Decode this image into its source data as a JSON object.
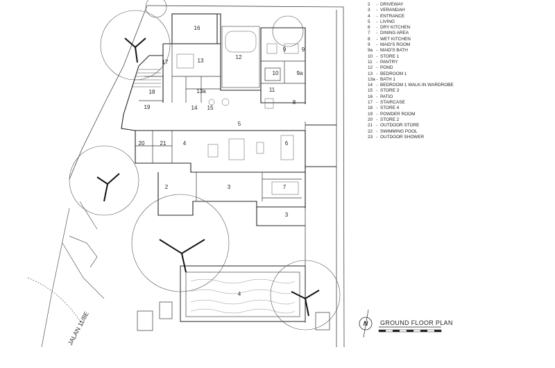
{
  "plan_title": "GROUND FLOOR PLAN",
  "north_label": "N",
  "street_label": "JALAN 11/8E",
  "legend": [
    {
      "num": "2",
      "sep": "-",
      "label": "DRIVEWAY"
    },
    {
      "num": "3",
      "sep": "-",
      "label": "VERANDAH"
    },
    {
      "num": "4",
      "sep": "-",
      "label": "ENTRANCE"
    },
    {
      "num": "5",
      "sep": "-",
      "label": "LIVING"
    },
    {
      "num": "6",
      "sep": "-",
      "label": "DRY KITCHEN"
    },
    {
      "num": "7",
      "sep": "-",
      "label": "DINING AREA"
    },
    {
      "num": "8",
      "sep": "-",
      "label": "WET KITCHEN"
    },
    {
      "num": "9",
      "sep": "-",
      "label": "MAID'S ROOM"
    },
    {
      "num": "9a",
      "sep": "-",
      "label": "MAID'S BATH"
    },
    {
      "num": "10",
      "sep": "-",
      "label": "STORE 1"
    },
    {
      "num": "11",
      "sep": "-",
      "label": "PANTRY"
    },
    {
      "num": "12",
      "sep": "-",
      "label": "POND"
    },
    {
      "num": "13",
      "sep": "-",
      "label": "BEDROOM 1"
    },
    {
      "num": "13a",
      "sep": "-",
      "label": "BATH 1"
    },
    {
      "num": "14",
      "sep": "-",
      "label": "BEDROOM 1 WALK-IN WARDROBE"
    },
    {
      "num": "15",
      "sep": "-",
      "label": "STORE 3"
    },
    {
      "num": "16",
      "sep": "-",
      "label": "PATIO"
    },
    {
      "num": "17",
      "sep": "-",
      "label": "STAIRCASE"
    },
    {
      "num": "18",
      "sep": "-",
      "label": "STORE 4"
    },
    {
      "num": "19",
      "sep": "-",
      "label": "POWDER ROOM"
    },
    {
      "num": "20",
      "sep": "-",
      "label": "STORE 2"
    },
    {
      "num": "21",
      "sep": "-",
      "label": "OUTDOOR STORE"
    },
    {
      "num": "22",
      "sep": "-",
      "label": "SWIMMING POOL"
    },
    {
      "num": "23",
      "sep": "-",
      "label": "OUTDOOR SHOWER"
    }
  ],
  "room_labels": {
    "r16": "16",
    "r17": "17",
    "r13": "13",
    "r12": "12",
    "r9a": "9",
    "r9b": "9",
    "r10": "10",
    "r9aa": "9a",
    "r18": "18",
    "r13a": "13a",
    "r19": "19",
    "r14": "14",
    "r15": "15",
    "r11": "11",
    "r8": "8",
    "r5": "5",
    "r6": "6",
    "r20": "20",
    "r21": "21",
    "r4": "4",
    "r2": "2",
    "r3a": "3",
    "r7": "7",
    "r3b": "3",
    "r4pool": "4"
  },
  "colors": {
    "line": "#222222",
    "light": "#777777",
    "tree": "#555555"
  }
}
